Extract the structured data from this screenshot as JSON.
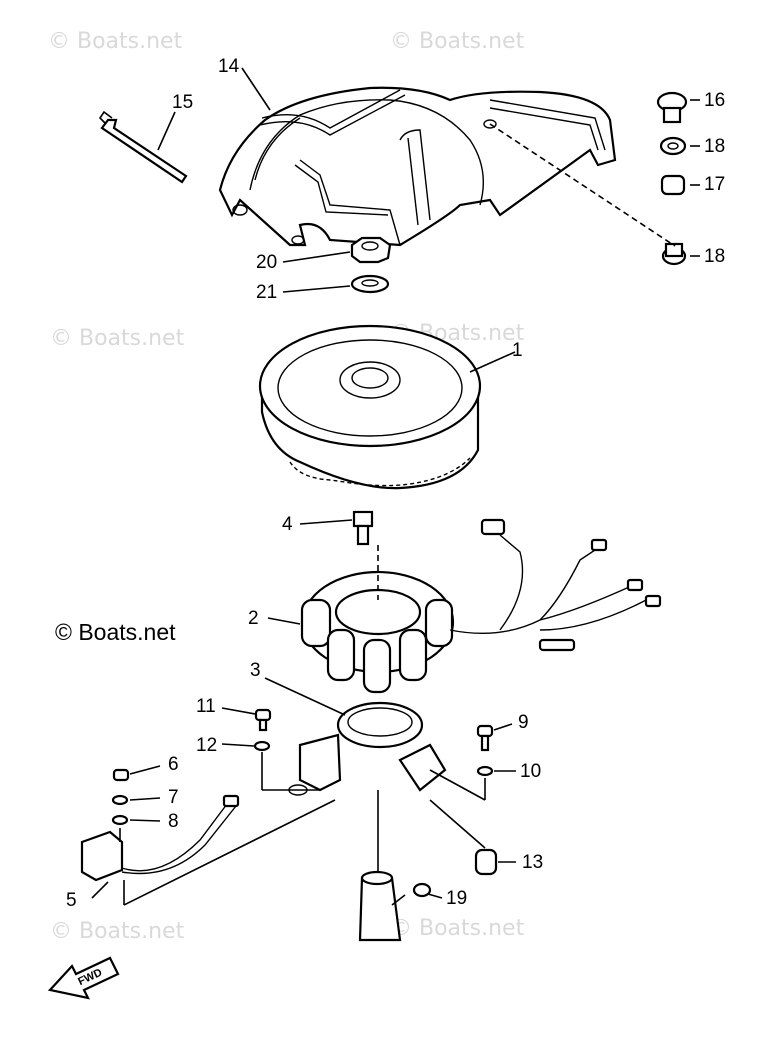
{
  "watermark": {
    "text": "© Boats.net",
    "color": "#d9d9d9"
  },
  "callouts": [
    "1",
    "2",
    "3",
    "4",
    "5",
    "6",
    "7",
    "8",
    "9",
    "10",
    "11",
    "12",
    "13",
    "14",
    "15",
    "16",
    "17",
    "18",
    "18",
    "19",
    "20",
    "21"
  ],
  "fwd_label": "FWD",
  "colors": {
    "ink": "#000000",
    "background": "#ffffff"
  }
}
